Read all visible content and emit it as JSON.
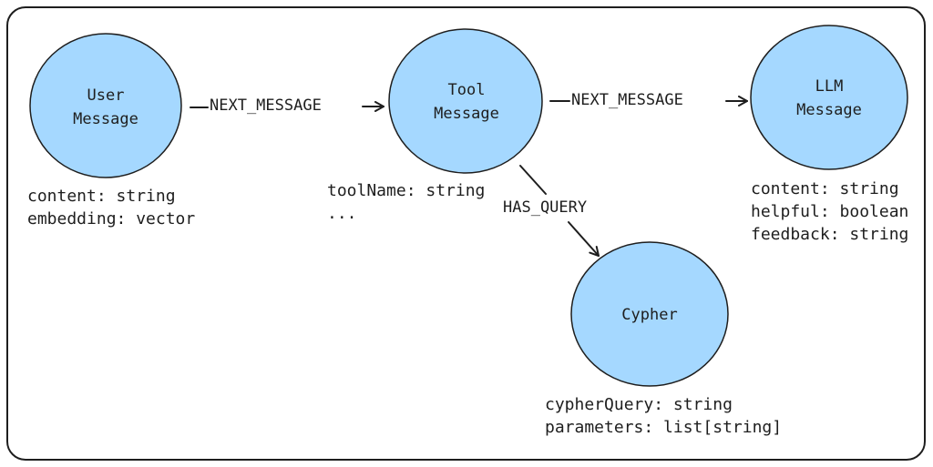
{
  "colors": {
    "node_fill": "#a5d8ff",
    "stroke": "#1e1e1e",
    "background": "#ffffff"
  },
  "nodes": {
    "user_message": {
      "line1": "User",
      "line2": "Message",
      "props": [
        "content: string",
        "embedding: vector"
      ]
    },
    "tool_message": {
      "line1": "Tool",
      "line2": "Message",
      "props": [
        "toolName: string",
        "..."
      ]
    },
    "llm_message": {
      "line1": "LLM",
      "line2": "Message",
      "props": [
        "content: string",
        "helpful: boolean",
        "feedback: string"
      ]
    },
    "cypher": {
      "line1": "Cypher",
      "props": [
        "cypherQuery: string",
        "parameters: list[string]"
      ]
    }
  },
  "edges": {
    "user_to_tool": {
      "label": "NEXT_MESSAGE"
    },
    "tool_to_llm": {
      "label": "NEXT_MESSAGE"
    },
    "tool_to_cypher": {
      "label": "HAS_QUERY"
    }
  }
}
